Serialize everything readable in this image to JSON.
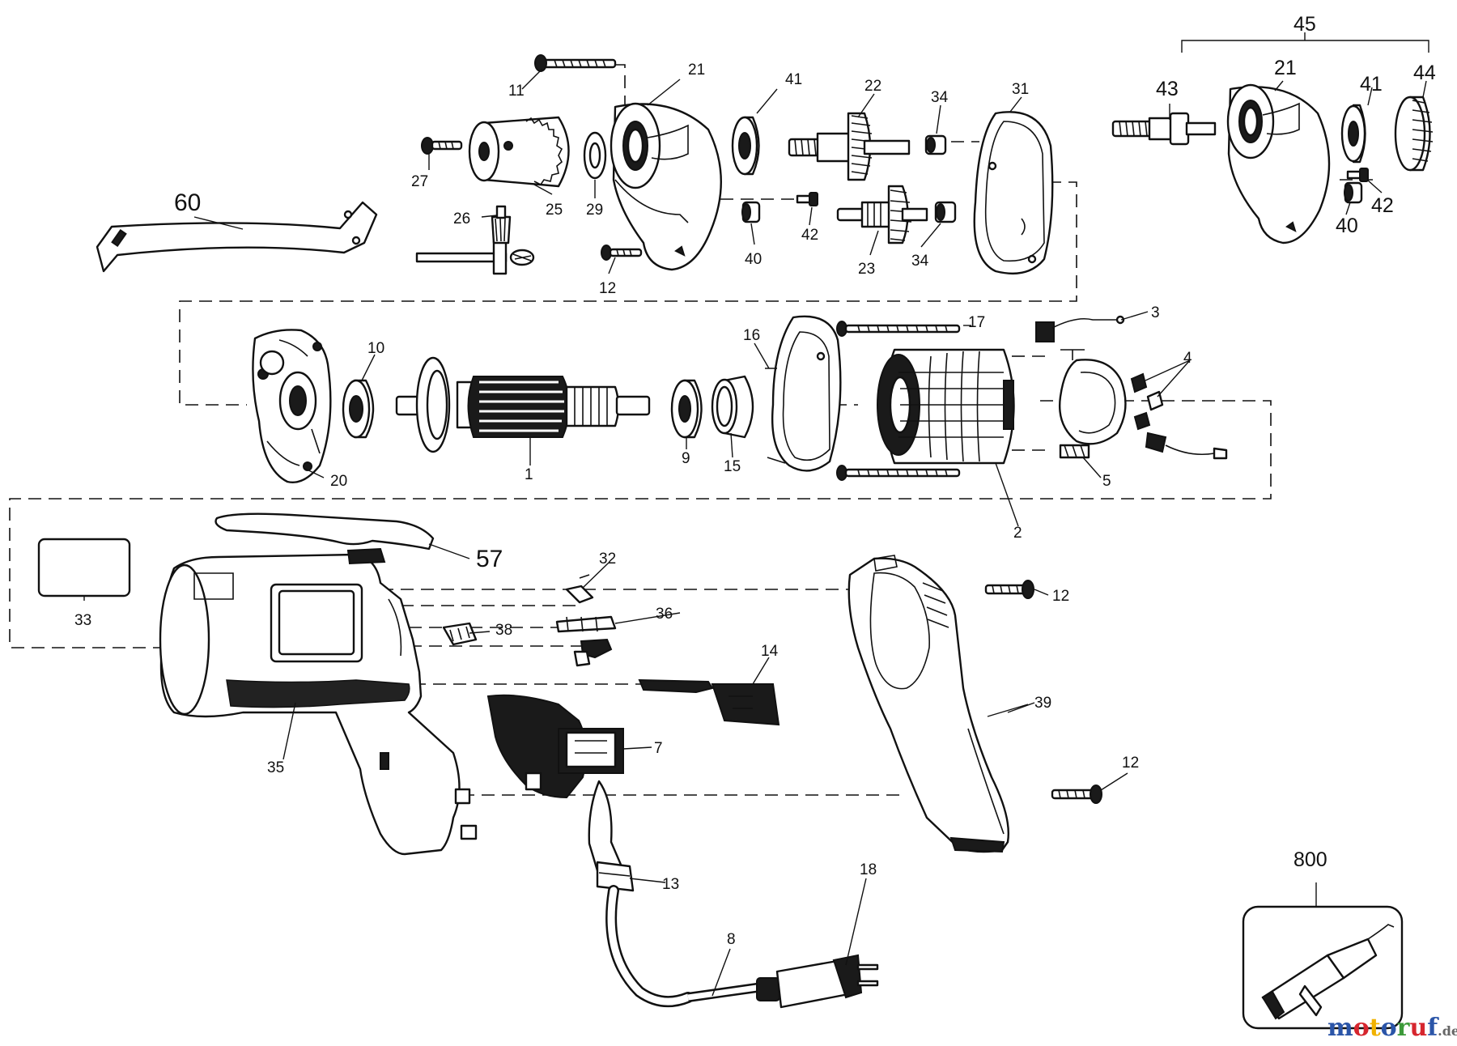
{
  "labels": {
    "p1": "1",
    "p2": "2",
    "p3": "3",
    "p4": "4",
    "p5": "5",
    "p7": "7",
    "p8": "8",
    "p9": "9",
    "p10": "10",
    "p11": "11",
    "p12a": "12",
    "p12b": "12",
    "p12c": "12",
    "p13": "13",
    "p14": "14",
    "p15": "15",
    "p16": "16",
    "p17": "17",
    "p18": "18",
    "p20": "20",
    "p21a": "21",
    "p21b": "21",
    "p22": "22",
    "p23": "23",
    "p25": "25",
    "p26": "26",
    "p27": "27",
    "p29": "29",
    "p31": "31",
    "p32": "32",
    "p33": "33",
    "p34a": "34",
    "p34b": "34",
    "p35": "35",
    "p36": "36",
    "p38": "38",
    "p39": "39",
    "p40a": "40",
    "p40b": "40",
    "p41a": "41",
    "p41b": "41",
    "p42a": "42",
    "p42b": "42",
    "p43": "43",
    "p44": "44",
    "p45": "45",
    "p57": "57",
    "p60": "60",
    "p800": "800"
  },
  "watermark": {
    "parts": [
      "m",
      "o",
      "t",
      "o",
      "r",
      "u",
      "f"
    ],
    "suffix": ".de",
    "colors": [
      "#2b55a8",
      "#d6262e",
      "#f1b200",
      "#2b55a8",
      "#3d9a3a",
      "#d6262e",
      "#2b55a8"
    ]
  }
}
